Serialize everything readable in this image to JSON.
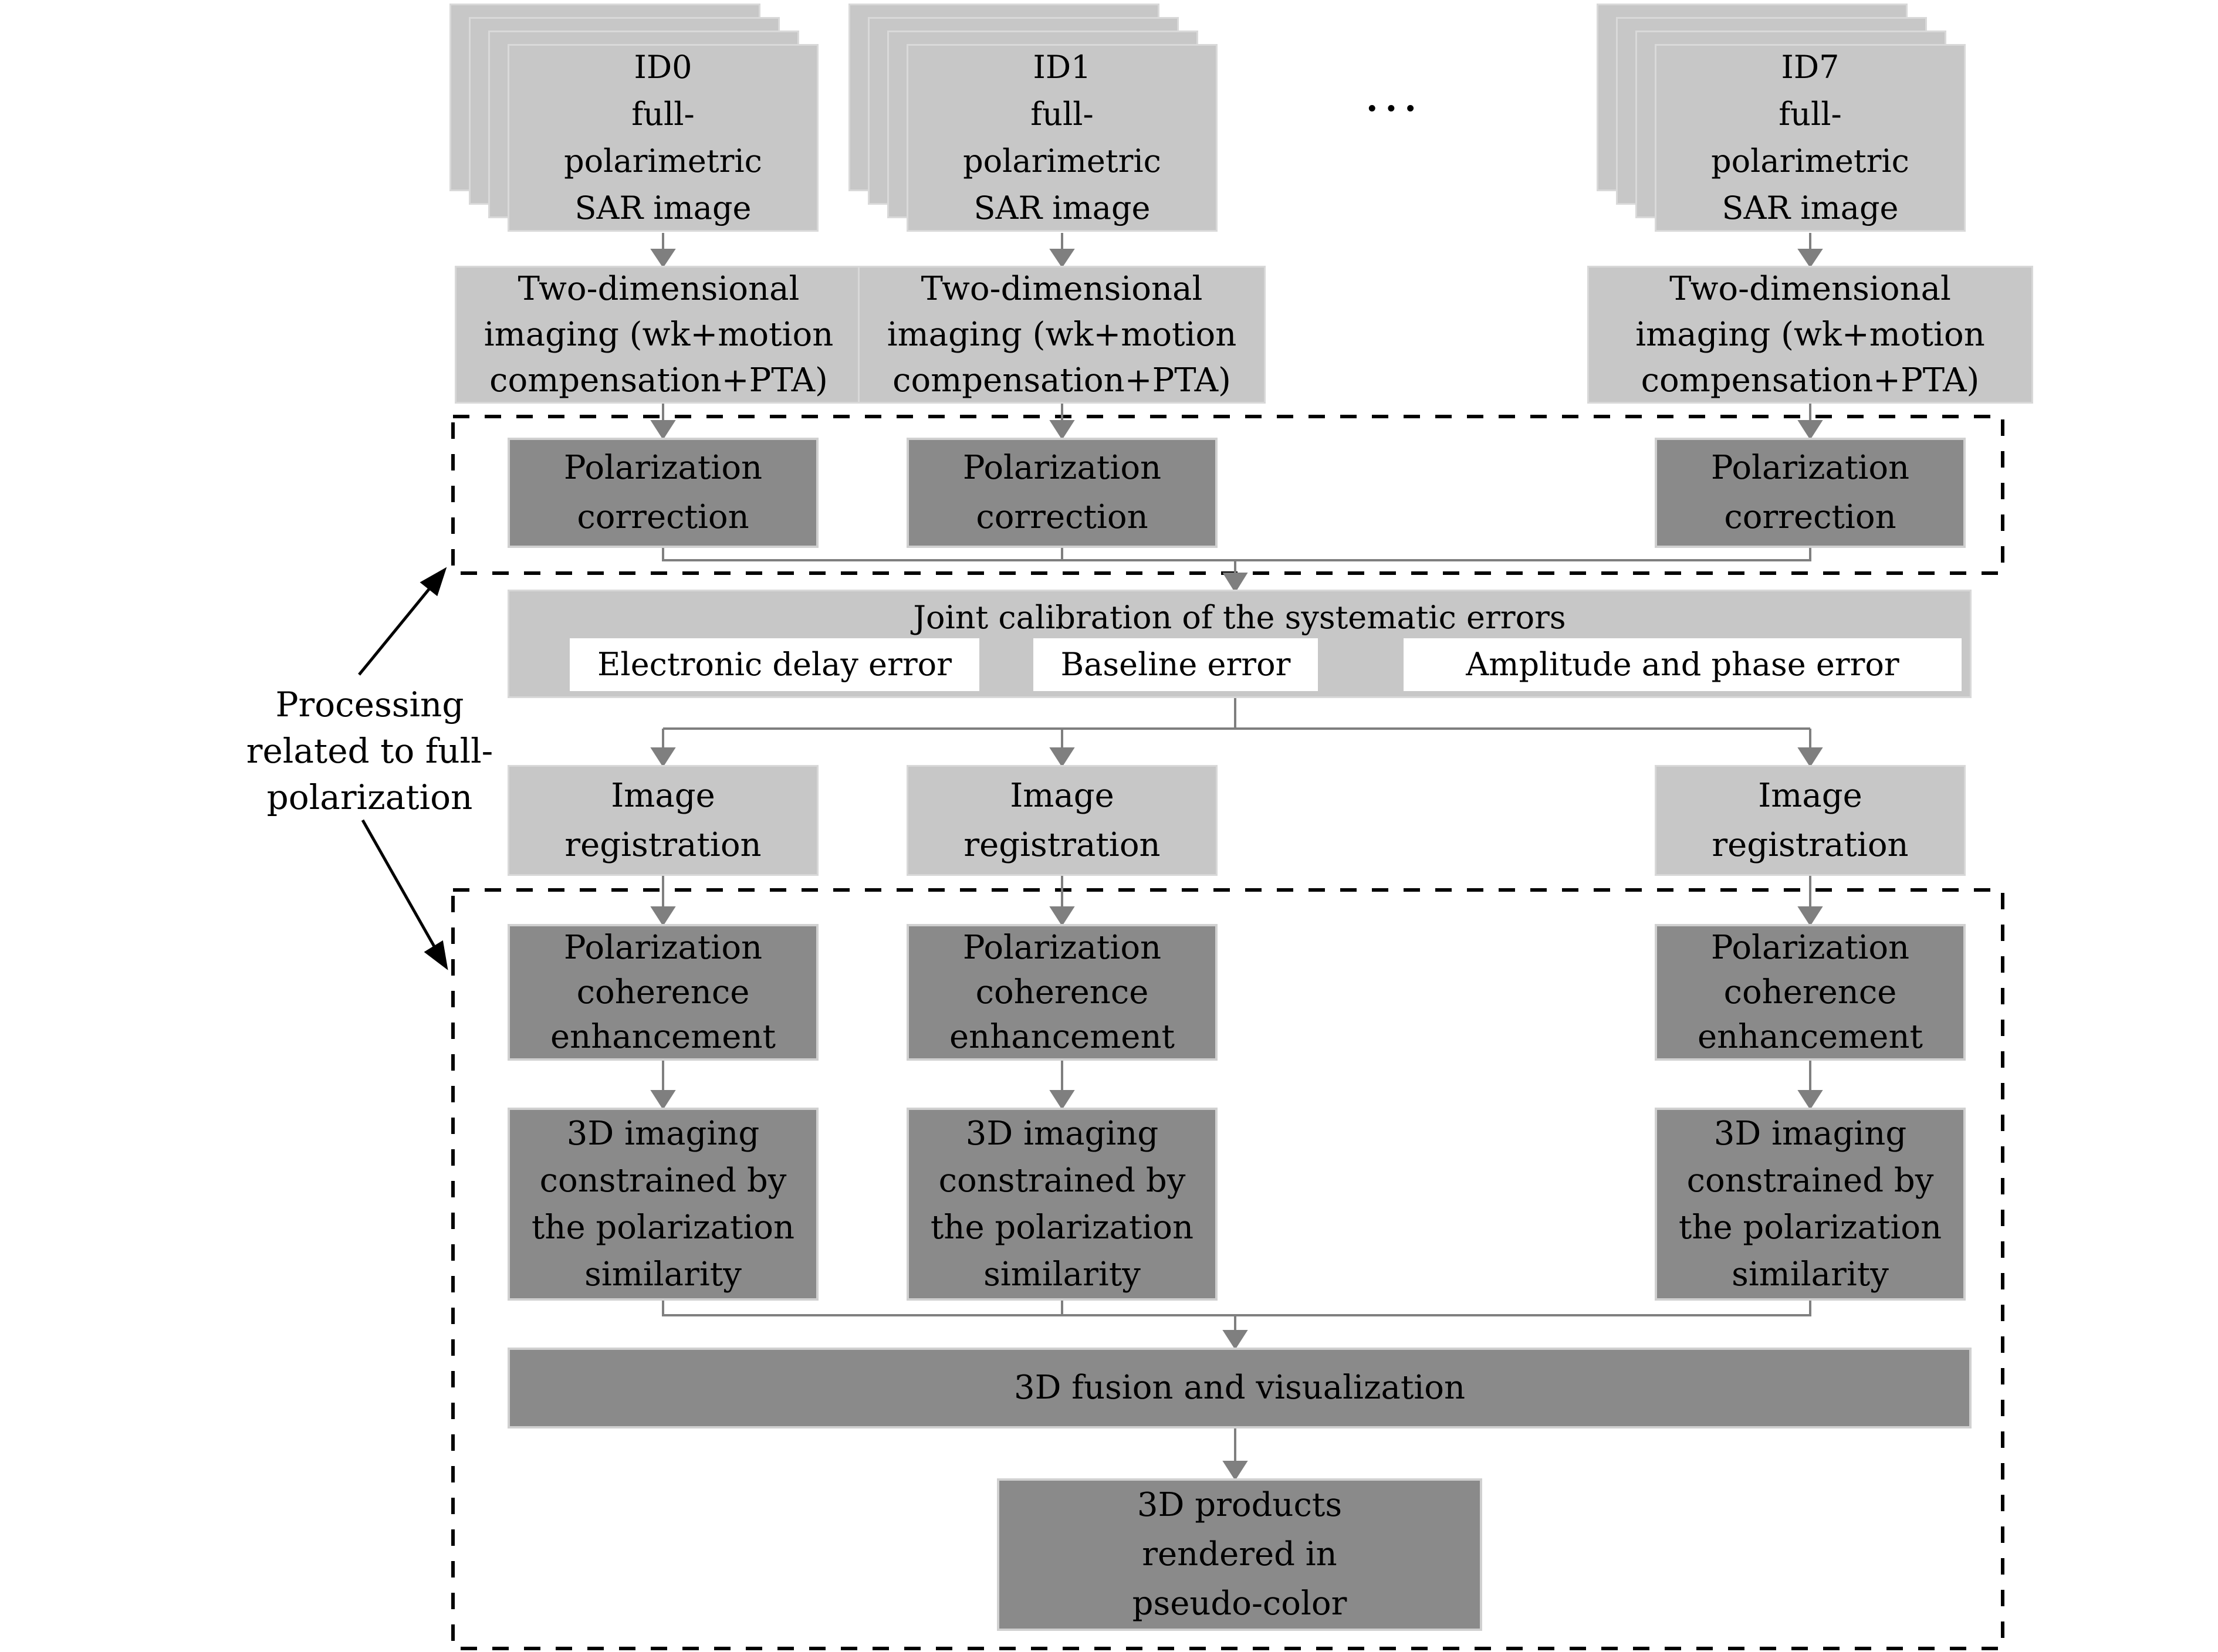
{
  "diagram": {
    "stacks": [
      {
        "lines": [
          "ID0",
          "full-",
          "polarimetric",
          "SAR image"
        ]
      },
      {
        "lines": [
          "ID1",
          "full-",
          "polarimetric",
          "SAR image"
        ]
      },
      {
        "lines": [
          "ID7",
          "full-",
          "polarimetric",
          "SAR image"
        ]
      }
    ],
    "dots": "···",
    "two_dimensional_imaging": {
      "lines": [
        "Two-dimensional",
        "imaging (wk+motion",
        "compensation+PTA)"
      ]
    },
    "polarization_correction": {
      "lines": [
        "Polarization",
        "correction"
      ]
    },
    "joint_calibration": {
      "title": "Joint calibration of the systematic errors",
      "sub_errors": [
        "Electronic delay error",
        "Baseline error",
        "Amplitude and phase error"
      ]
    },
    "image_registration": {
      "lines": [
        "Image",
        "registration"
      ]
    },
    "polarization_coherence": {
      "lines": [
        "Polarization",
        "coherence",
        "enhancement"
      ]
    },
    "imaging_3d": {
      "lines": [
        "3D imaging",
        "constrained by",
        "the polarization",
        "similarity"
      ]
    },
    "fusion_label": "3D fusion and visualization",
    "products": {
      "lines": [
        "3D products",
        "rendered in",
        "pseudo-color"
      ]
    },
    "side_label": {
      "lines": [
        "Processing",
        "related to full-",
        "polarization"
      ]
    },
    "colors": {
      "light_box": "#c7c7c7",
      "dark_box": "#8a8a8a",
      "white_box": "#ffffff",
      "connector_gray": "#7f7f7f",
      "ink": "#000000",
      "background": "#ffffff"
    }
  }
}
